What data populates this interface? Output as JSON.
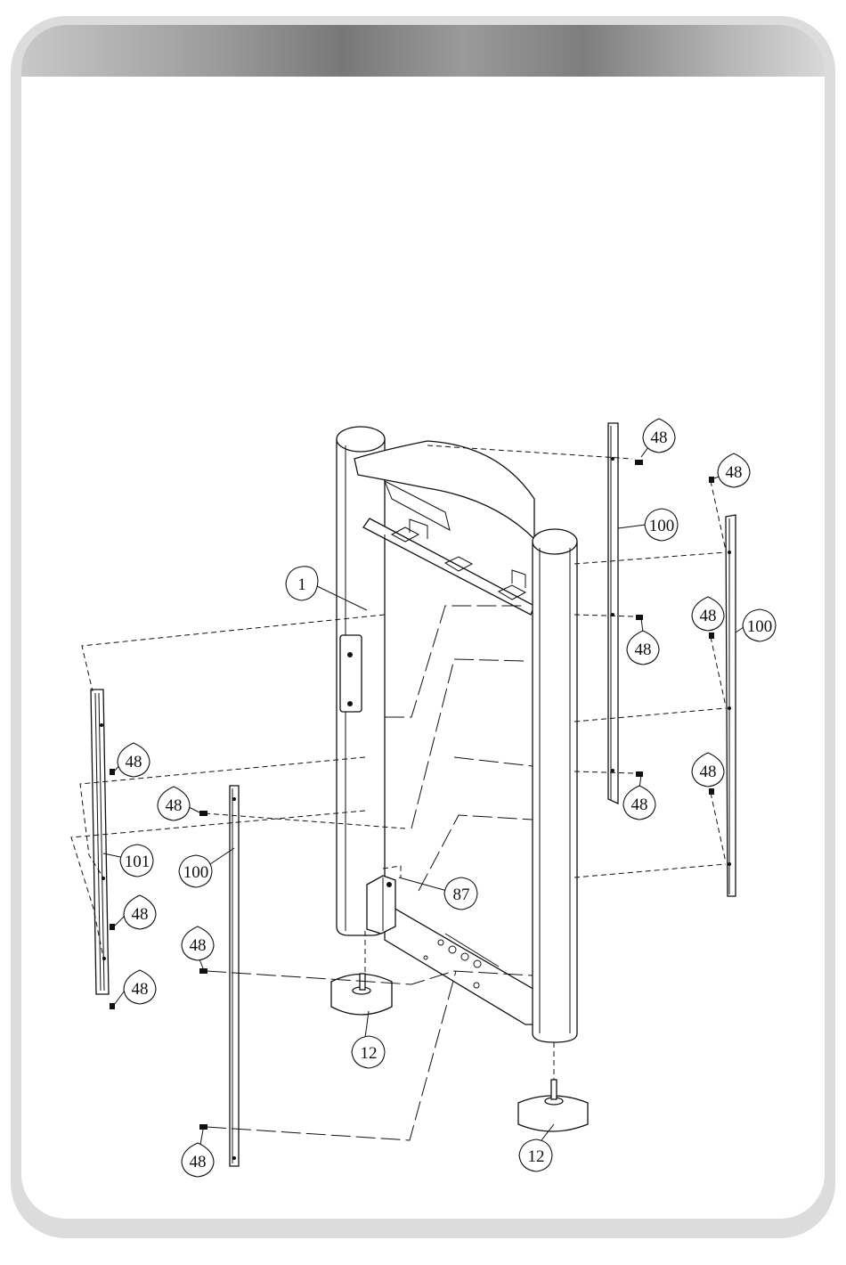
{
  "parts": {
    "frame": "1",
    "screw": "48",
    "foot": "12",
    "bracket": "87",
    "side_strip": "100",
    "back_strip": "101"
  }
}
